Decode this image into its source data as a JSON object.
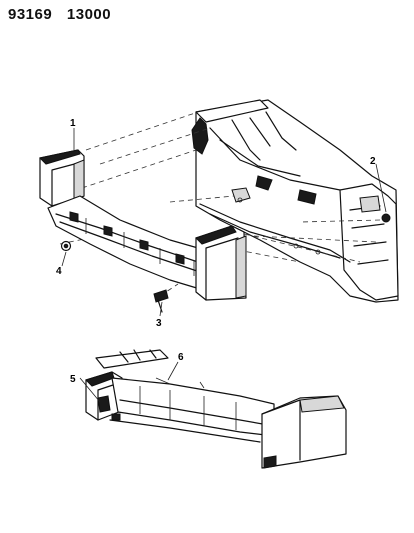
{
  "header": {
    "code_left": "93169",
    "code_right": "13000"
  },
  "callouts": [
    {
      "id": "1",
      "label": "1"
    },
    {
      "id": "2",
      "label": "2"
    },
    {
      "id": "3",
      "label": "3"
    },
    {
      "id": "4",
      "label": "4"
    },
    {
      "id": "5",
      "label": "5"
    },
    {
      "id": "6",
      "label": "6"
    }
  ]
}
